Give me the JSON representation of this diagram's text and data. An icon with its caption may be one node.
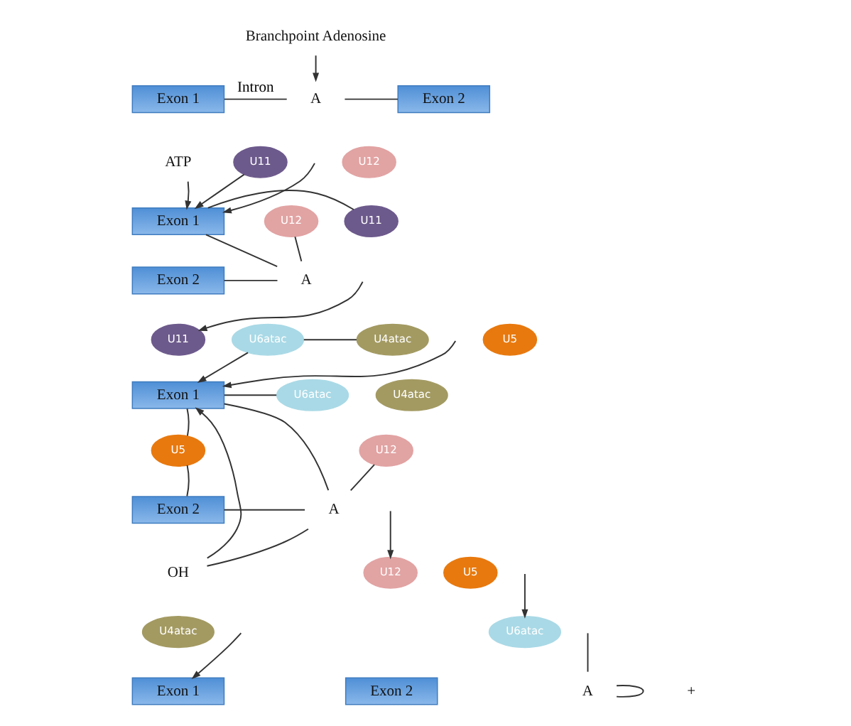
{
  "diagram": {
    "nodes": [
      {
        "text": [
          "Branchpoint Adenosine"
        ]
      },
      {
        "text": [
          "Exon 1"
        ]
      },
      {
        "text": [
          "A"
        ]
      },
      {
        "text": [
          "Exon 2"
        ]
      },
      {
        "text": [
          "ATP"
        ]
      },
      {
        "text": [
          "U11"
        ]
      },
      {
        "text": [
          "U12"
        ]
      },
      {
        "text": [
          "Exon 1"
        ]
      },
      {
        "text": [
          "U11"
        ]
      },
      {
        "text": [
          "U12"
        ]
      },
      {
        "text": [
          "Exon 2"
        ]
      },
      {
        "text": [
          "A"
        ]
      },
      {
        "text": [
          "U11"
        ]
      },
      {
        "text": [
          "U6atac"
        ]
      },
      {
        "text": [
          "U4atac"
        ]
      },
      {
        "text": [
          "U5"
        ]
      },
      {
        "text": [
          "Exon 1"
        ]
      },
      {
        "text": [
          "U6atac"
        ]
      },
      {
        "text": [
          "U5"
        ]
      },
      {
        "text": [
          "U4atac"
        ]
      },
      {
        "text": [
          "U12"
        ]
      },
      {
        "text": [
          "Exon 2"
        ]
      },
      {
        "text": [
          "A"
        ]
      },
      {
        "text": [
          "OH"
        ]
      },
      {
        "text": [
          "U12"
        ]
      },
      {
        "text": [
          "U5"
        ]
      },
      {
        "text": [
          "U4atac"
        ]
      },
      {
        "text": [
          "U6atac"
        ]
      },
      {
        "text": [
          "Exon 1"
        ]
      },
      {
        "text": [
          "Exon 2"
        ]
      },
      {
        "text": [
          "A"
        ]
      }
    ],
    "edges": [
      {
        "from": 0,
        "to": 2,
        "arrow": "to"
      },
      {
        "from": 1,
        "to": 2,
        "arrow": "none",
        "label": "Intron"
      },
      {
        "from": 2,
        "to": 3,
        "arrow": "none"
      },
      {
        "from": null,
        "to": 7,
        "arrow": "to"
      },
      {
        "from": 4,
        "to": 7,
        "arrow": "to"
      },
      {
        "from": 5,
        "to": 7,
        "arrow": "to"
      },
      {
        "from": 7,
        "to": 8,
        "arrow": "none"
      },
      {
        "from": 7,
        "to": 11,
        "arrow": "none"
      },
      {
        "from": 9,
        "to": 11,
        "arrow": "none"
      },
      {
        "from": 10,
        "to": 11,
        "arrow": "none"
      },
      {
        "from": null,
        "to": 16,
        "arrow": "to"
      },
      {
        "from": 13,
        "to": 16,
        "arrow": "to"
      },
      {
        "from": null,
        "to": 12,
        "arrow": "to"
      },
      {
        "from": 13,
        "to": 14,
        "arrow": "none"
      },
      {
        "from": 16,
        "to": 18,
        "arrow": "none"
      },
      {
        "from": 21,
        "to": 18,
        "arrow": "none"
      },
      {
        "from": 16,
        "to": 17,
        "arrow": "none"
      },
      {
        "from": 16,
        "to": 22,
        "arrow": "none"
      },
      {
        "from": 20,
        "to": 22,
        "arrow": "none"
      },
      {
        "from": 21,
        "to": 22,
        "arrow": "none"
      },
      {
        "from": 22,
        "to": 23,
        "arrow": "none"
      },
      {
        "from": 23,
        "to": 16,
        "arrow": "to"
      },
      {
        "from": null,
        "to": 28,
        "arrow": "to"
      },
      {
        "from": null,
        "to": 24,
        "arrow": "to"
      },
      {
        "from": null,
        "to": 27,
        "arrow": "to"
      },
      {
        "from": 30,
        "to": 30,
        "arrow": "none"
      },
      {
        "from": null,
        "to": 30,
        "arrow": "none"
      }
    ],
    "labels": [
      "+"
    ]
  }
}
